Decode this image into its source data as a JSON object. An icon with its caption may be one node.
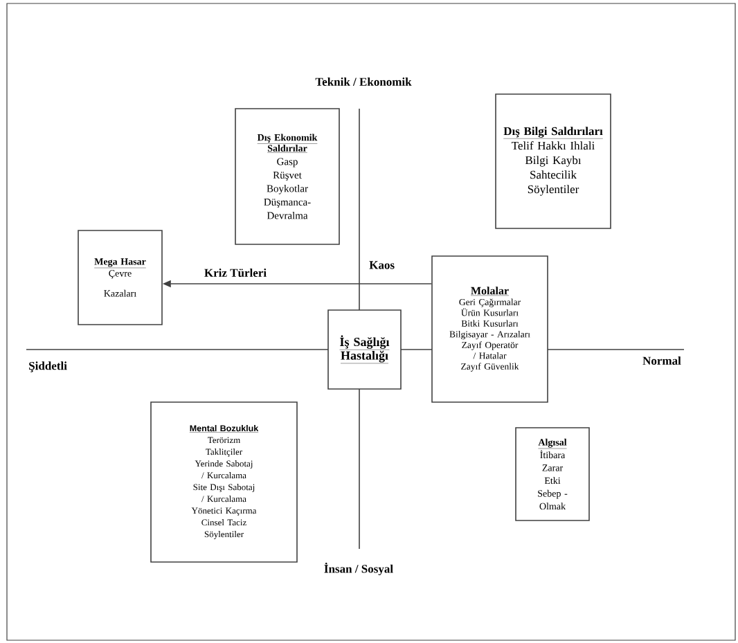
{
  "diagram": {
    "nodes": [
      {
        "text": [
          "Dış Bilgi Saldırıları",
          "Telif Hakkı Ihlali",
          "Bilgi Kaybı",
          "Sahtecilik",
          "Söylentiler"
        ]
      },
      {
        "text": [
          "Dış Ekonomik Saldırılar",
          "Gasp",
          "Rüşvet",
          "Boykotlar",
          "Düşmanca- Devralma"
        ]
      },
      {
        "text": [
          "Mega Hasar",
          "Çevre",
          "Kazaları"
        ]
      },
      {
        "text": [
          "Molalar",
          "Geri Çağırmalar",
          "Ürün Kusurları",
          "Bitki Kusurları",
          "Bilgisayar - Arızaları",
          "Zayıf Operatör / Hatalar",
          "Zayıf Güvenlik"
        ]
      },
      {
        "text": [
          "İş Sağlığı Hastalığı"
        ]
      },
      {
        "text": [
          "Mental Bozukluk",
          "Terörizm",
          "Taklitçiler",
          "Yerinde Sabotaj / Kurcalama",
          "Site Dışı Sabotaj / Kurcalama",
          "Yönetici Kaçırma",
          "Cinsel Taciz",
          "Söylentiler"
        ]
      },
      {
        "text": [
          "Algısal",
          "İtibara",
          "Zarar",
          "Etki",
          "Sebep - Olmak"
        ]
      }
    ],
    "edges": [
      {
        "from": 3,
        "to": 2,
        "arrow": "to",
        "label": "Kriz Türleri"
      }
    ],
    "labels": [
      "Teknik / Ekonomik",
      "Kaos",
      "Şiddetli",
      "Normal",
      "İnsan / Sosyal"
    ]
  }
}
